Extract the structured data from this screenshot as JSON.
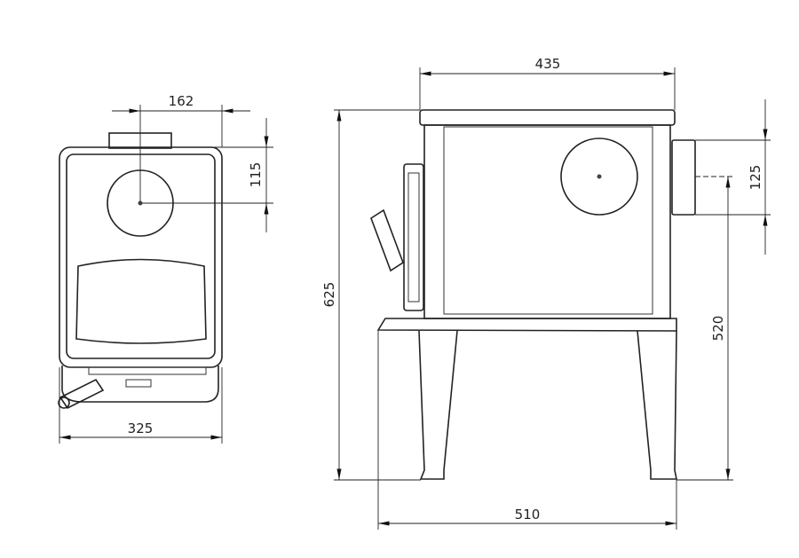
{
  "title": "Stove dimension drawing",
  "front_view": {
    "dimensions": {
      "flue_offset": "162",
      "flue_drop": "115",
      "width": "325"
    }
  },
  "side_view": {
    "dimensions": {
      "top_depth": "435",
      "total_height": "625",
      "flue_diameter": "125",
      "flue_height": "520",
      "base_depth": "510"
    }
  }
}
